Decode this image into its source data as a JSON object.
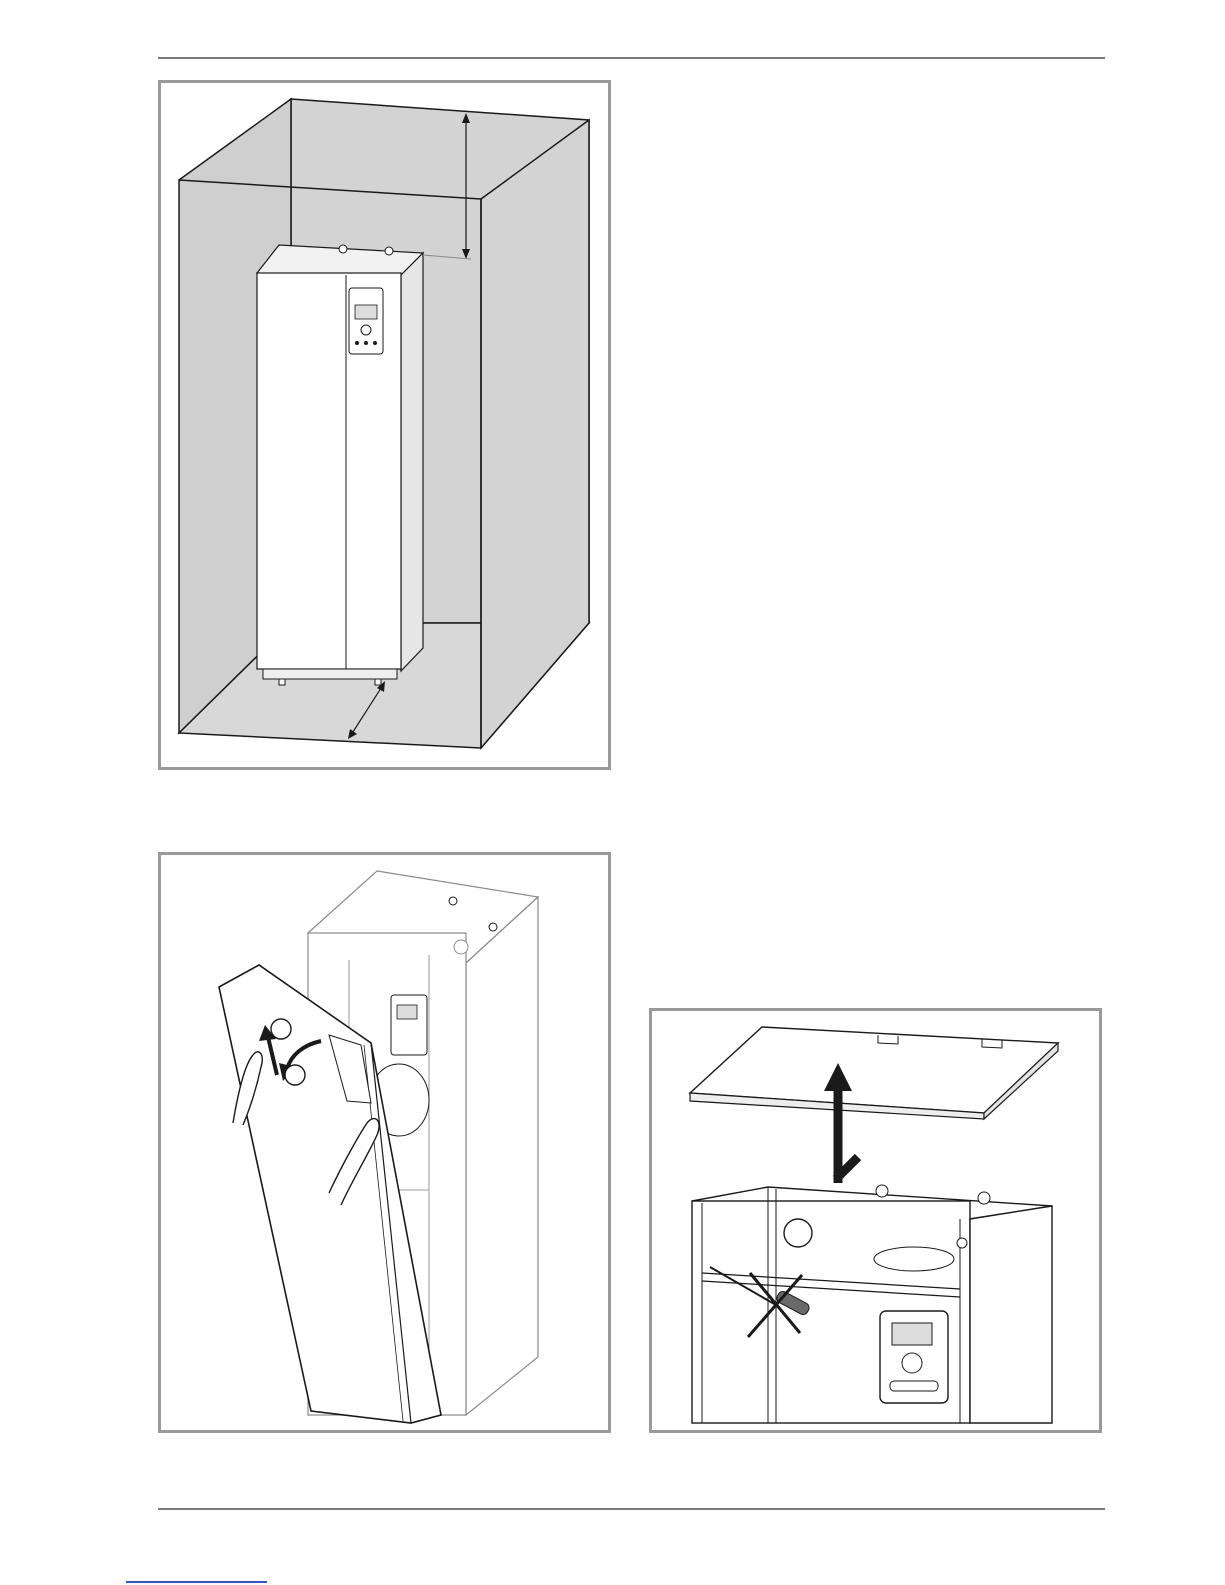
{
  "figures": [
    {
      "id": "fig-clearance",
      "step_markers": []
    },
    {
      "id": "fig-front-panel",
      "step_markers": [
        "",
        ""
      ]
    },
    {
      "id": "fig-top-cover",
      "step_markers": []
    }
  ],
  "colors": {
    "room_fill": "#d3d3d3",
    "line": "#1a1a1a",
    "frame_border": "#9a9a9a",
    "unit_fill": "#ffffff",
    "footer_link": "#3a55c8"
  }
}
